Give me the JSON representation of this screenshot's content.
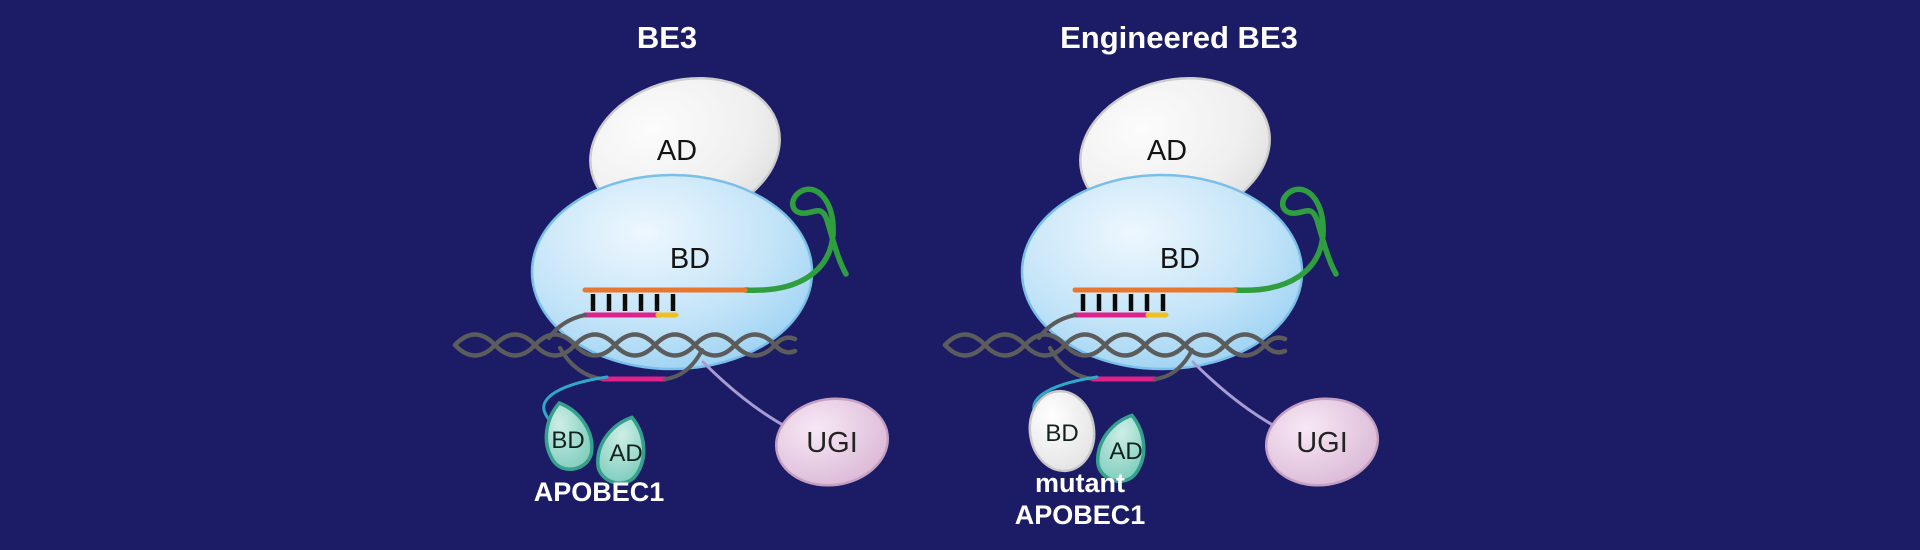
{
  "figure": {
    "description": "Schematic comparison of BE3 base editor and Engineered BE3 base editor",
    "background_color": "#1c1c66",
    "left_panel": {
      "title": "BE3",
      "cas9": {
        "ad_label": "AD",
        "bd_label": "BD"
      },
      "apobec": {
        "bd_label": "BD",
        "ad_label": "AD",
        "name": "APOBEC1"
      },
      "ugi_label": "UGI"
    },
    "right_panel": {
      "title": "Engineered BE3",
      "cas9": {
        "ad_label": "AD",
        "bd_label": "BD"
      },
      "apobec": {
        "bd_label": "BD",
        "ad_label": "AD",
        "name_line1": "mutant",
        "name_line2": "APOBEC1"
      },
      "ugi_label": "UGI"
    },
    "colors": {
      "background": "#1c1c66",
      "cas9_body_blue": "#a9d7f4",
      "cas9_ad_gray": "#e9e9e9",
      "sgrna_green": "#2f9e3f",
      "guide_orange": "#e8762c",
      "dna_gray": "#5c5c5c",
      "target_strand_pink": "#e0218a",
      "pam_yellow": "#f0c020",
      "apobec_teal": "#6fc6b4",
      "apobec_outline_teal": "#35a08c",
      "ugi_pink": "#dcb9d8",
      "linker_cyan": "#2fa9c9",
      "linker_lavender": "#a79cd4",
      "base_pair_black": "#0a0a0a",
      "text_white": "#ffffff",
      "text_black": "#141414"
    }
  }
}
